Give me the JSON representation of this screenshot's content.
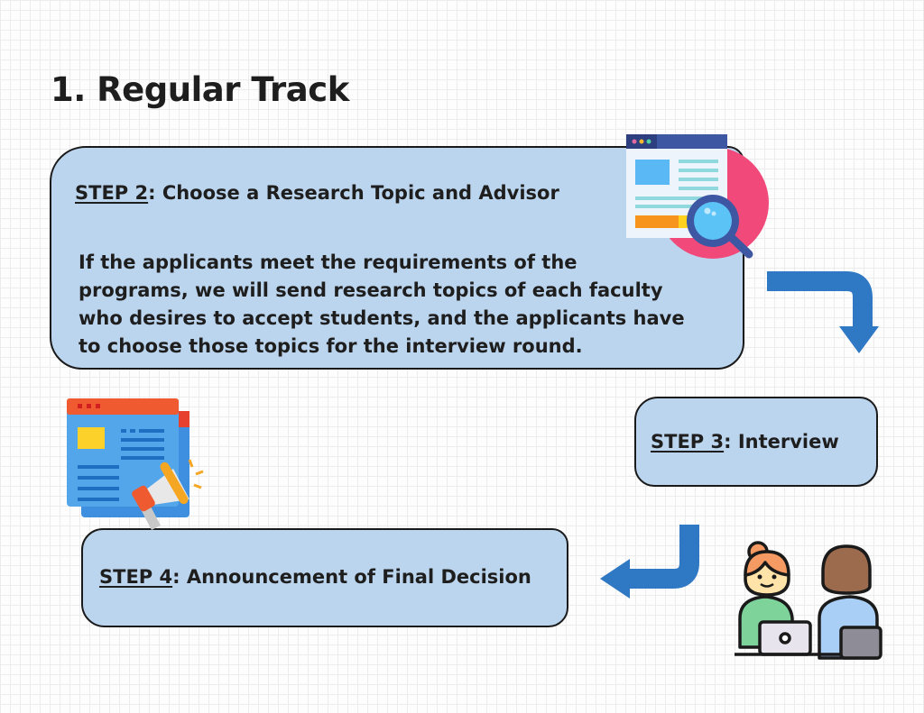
{
  "title": "1. Regular Track",
  "steps": [
    {
      "label": "STEP 2",
      "name": ": Choose a Research Topic and Advisor",
      "lines": [
        "If the applicants meet the requirements of the",
        "programs, we will send research topics of each faculty",
        "who desires to accept students, and the applicants have",
        "to choose those topics for the interview round."
      ]
    },
    {
      "label": "STEP 3",
      "name": ": Interview"
    },
    {
      "label": "STEP 4",
      "name": ": Announcement of Final Decision"
    }
  ],
  "icons": [
    "research-document-icon",
    "announcement-megaphone-icon",
    "interview-people-icon",
    "arrow-right-down-icon",
    "arrow-down-left-icon"
  ],
  "colors": {
    "box": "#bcd5ee",
    "arrow": "#2f78c4",
    "accent_pink": "#f0497a"
  }
}
